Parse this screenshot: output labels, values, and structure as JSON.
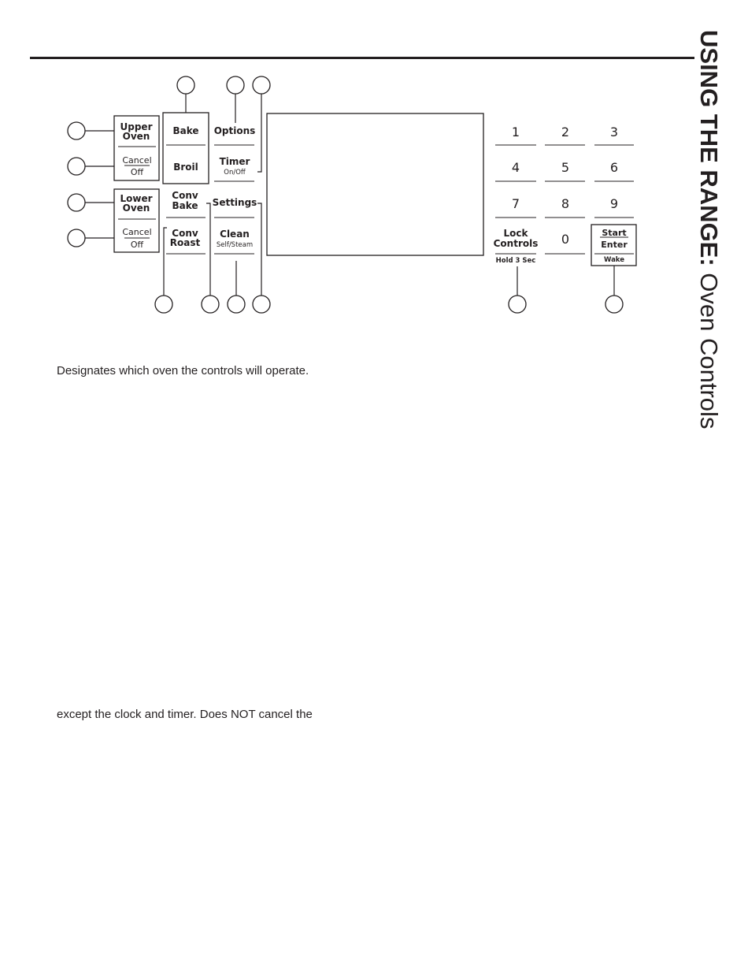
{
  "side_title": {
    "bold": "USING THE RANGE:",
    "light": " Oven Controls"
  },
  "panel": {
    "upper_oven": [
      "Upper",
      "Oven"
    ],
    "upper_cancel": [
      "Cancel",
      "Off"
    ],
    "lower_oven": [
      "Lower",
      "Oven"
    ],
    "lower_cancel": [
      "Cancel",
      "Off"
    ],
    "bake": "Bake",
    "broil": "Broil",
    "conv_bake": [
      "Conv",
      "Bake"
    ],
    "conv_roast": [
      "Conv",
      "Roast"
    ],
    "options": "Options",
    "timer": [
      "Timer",
      "On/Off"
    ],
    "settings": "Settings",
    "clean": [
      "Clean",
      "Self/Steam"
    ],
    "digits": [
      "1",
      "2",
      "3",
      "4",
      "5",
      "6",
      "7",
      "8",
      "9",
      "0"
    ],
    "lock_controls": [
      "Lock",
      "Controls",
      "Hold 3 Sec"
    ],
    "start_enter": [
      "Start",
      "Enter",
      "Wake"
    ]
  },
  "text": {
    "line1": "Designates which oven the controls will operate.",
    "line2": "except the clock and timer. Does NOT cancel the"
  }
}
